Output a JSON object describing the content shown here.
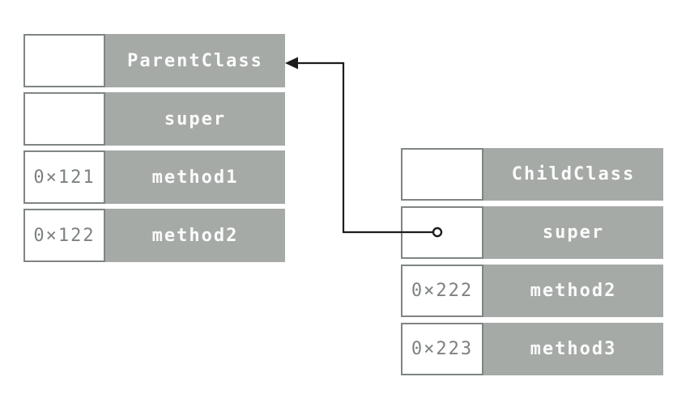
{
  "diagram": {
    "kind": "class-vtable-diagram",
    "parent_table": {
      "name": "ParentClass",
      "rows": [
        {
          "address": "",
          "label": "ParentClass"
        },
        {
          "address": "",
          "label": "super"
        },
        {
          "address": "0×121",
          "label": "method1"
        },
        {
          "address": "0×122",
          "label": "method2"
        }
      ]
    },
    "child_table": {
      "name": "ChildClass",
      "rows": [
        {
          "address": "",
          "label": "ChildClass"
        },
        {
          "address": "",
          "label": "super"
        },
        {
          "address": "0×222",
          "label": "method2"
        },
        {
          "address": "0×223",
          "label": "method3"
        }
      ]
    },
    "connector": {
      "from": "ChildClass super slot",
      "to": "ParentClass header",
      "start_marker": "open-circle",
      "end_marker": "arrowhead-left"
    },
    "colors": {
      "background": "#ffffff",
      "box_fill": "#a6aaa7",
      "box_border": "#7f8582",
      "label_text": "#fbfbfb",
      "address_text": "#7d827f",
      "connector_line": "#1c1c1c"
    }
  }
}
